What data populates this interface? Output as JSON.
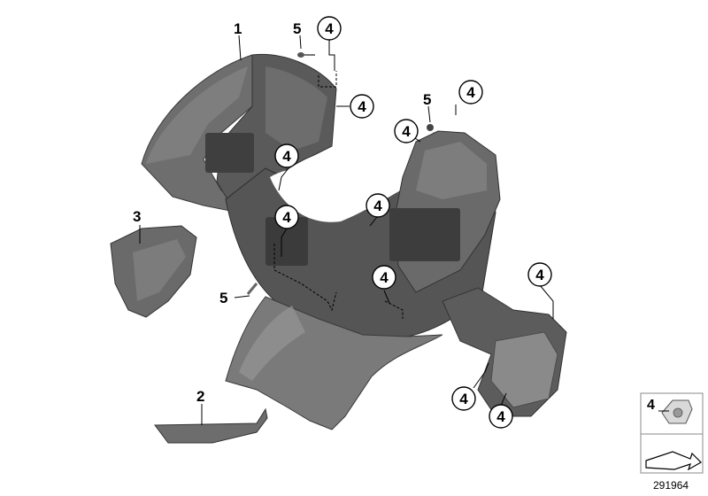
{
  "parts": [
    {
      "id": "1",
      "label": "1"
    },
    {
      "id": "2",
      "label": "2"
    },
    {
      "id": "3",
      "label": "3"
    },
    {
      "id": "5",
      "label": "5"
    }
  ],
  "callout_label": "4",
  "legend": {
    "part_number": "4",
    "reference_number": "291964"
  },
  "colors": {
    "part_dark": "#4a4a4a",
    "part_mid": "#6b6b6b",
    "part_light": "#8e8e8e",
    "line": "#000000",
    "background": "#ffffff"
  }
}
